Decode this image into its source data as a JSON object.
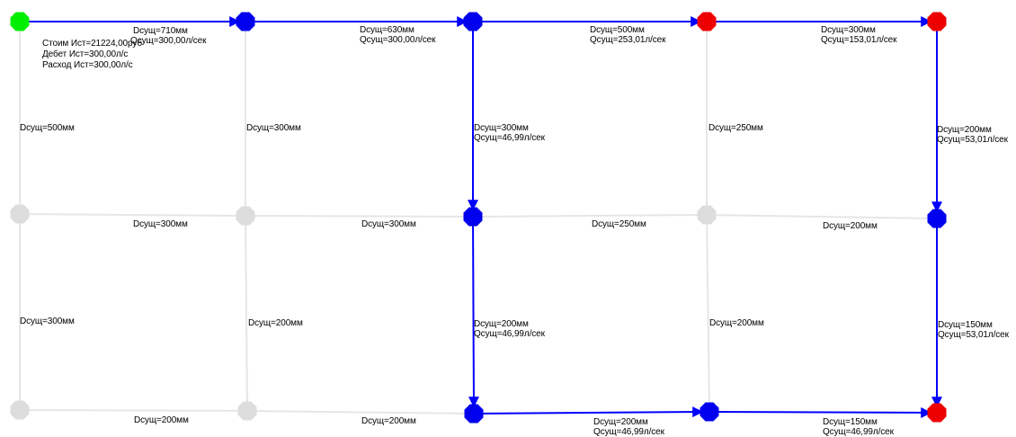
{
  "colors": {
    "pipe_active": "#0000ff",
    "pipe_inactive": "#e6e6e6",
    "node_source": "#00ee00",
    "node_active": "#0000ee",
    "node_deadend": "#ee0000",
    "node_inactive": "#dddddd"
  },
  "source": {
    "cost": "Стоим Ист=21224,00руб",
    "debit": "Дебет Ист=300,00л/с",
    "flow": "Расход Ист=300,00л/с"
  },
  "pipes": {
    "r1_c1": {
      "d": "Dсущ=710мм",
      "q": "Qсущ=300,00л/сек"
    },
    "r1_c2": {
      "d": "Dсущ=630мм",
      "q": "Qсущ=300,00л/сек"
    },
    "r1_c3": {
      "d": "Dсущ=500мм",
      "q": "Qсущ=253,01л/сек"
    },
    "r1_c4": {
      "d": "Dсущ=300мм",
      "q": "Qсущ=153,01л/сек"
    },
    "r2_c1": {
      "d": "Dсущ=300мм"
    },
    "r2_c2": {
      "d": "Dсущ=300мм"
    },
    "r2_c3": {
      "d": "Dсущ=250мм"
    },
    "r2_c4": {
      "d": "Dсущ=200мм"
    },
    "r3_c1": {
      "d": "Dсущ=200мм"
    },
    "r3_c2": {
      "d": "Dсущ=200мм"
    },
    "r3_c3": {
      "d": "Dсущ=200мм",
      "q": "Qсущ=46,99л/сек"
    },
    "r3_c4": {
      "d": "Dсущ=150мм",
      "q": "Qсущ=46,99л/сек"
    },
    "v1_c1": {
      "d": "Dсущ=500мм"
    },
    "v1_c2": {
      "d": "Dсущ=300мм"
    },
    "v1_c3": {
      "d": "Dсущ=300мм",
      "q": "Qсущ=46,99л/сек"
    },
    "v1_c4": {
      "d": "Dсущ=250мм"
    },
    "v1_c5": {
      "d": "Dсущ=200мм",
      "q": "Qсущ=53,01л/сек"
    },
    "v2_c1": {
      "d": "Dсущ=300мм"
    },
    "v2_c2": {
      "d": "Dсущ=200мм"
    },
    "v2_c3": {
      "d": "Dсущ=200мм",
      "q": "Qсущ=46,99л/сек"
    },
    "v2_c4": {
      "d": "Dсущ=200мм"
    },
    "v2_c5": {
      "d": "Dсущ=150мм",
      "q": "Qсущ=53,01л/сек"
    }
  }
}
